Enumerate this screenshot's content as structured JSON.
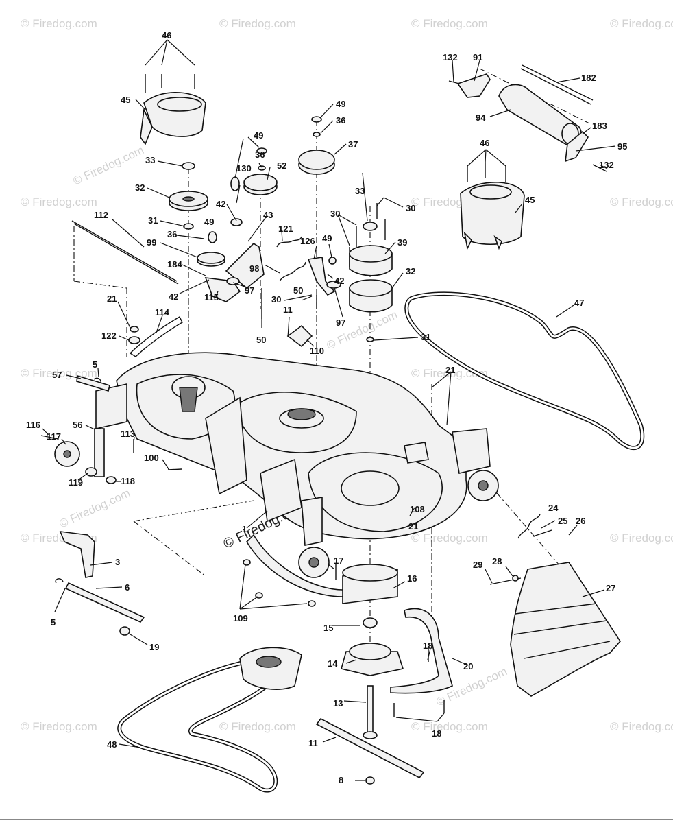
{
  "watermark": {
    "text": "© Firedog.com",
    "center_text": "© Firedog.com"
  },
  "callouts": [
    "46",
    "45",
    "33",
    "32",
    "31",
    "36",
    "99",
    "184",
    "42",
    "112",
    "21",
    "122",
    "114",
    "5",
    "57",
    "116",
    "117",
    "56",
    "113",
    "100",
    "119",
    "118",
    "49",
    "130",
    "52",
    "43",
    "121",
    "98",
    "97",
    "115",
    "50",
    "37",
    "126",
    "30",
    "39",
    "11",
    "110",
    "47",
    "91",
    "132",
    "182",
    "94",
    "183",
    "95",
    "3",
    "6",
    "19",
    "1",
    "108",
    "109",
    "17",
    "16",
    "15",
    "14",
    "13",
    "8",
    "48",
    "24",
    "25",
    "26",
    "27",
    "28",
    "29",
    "20",
    "18"
  ]
}
